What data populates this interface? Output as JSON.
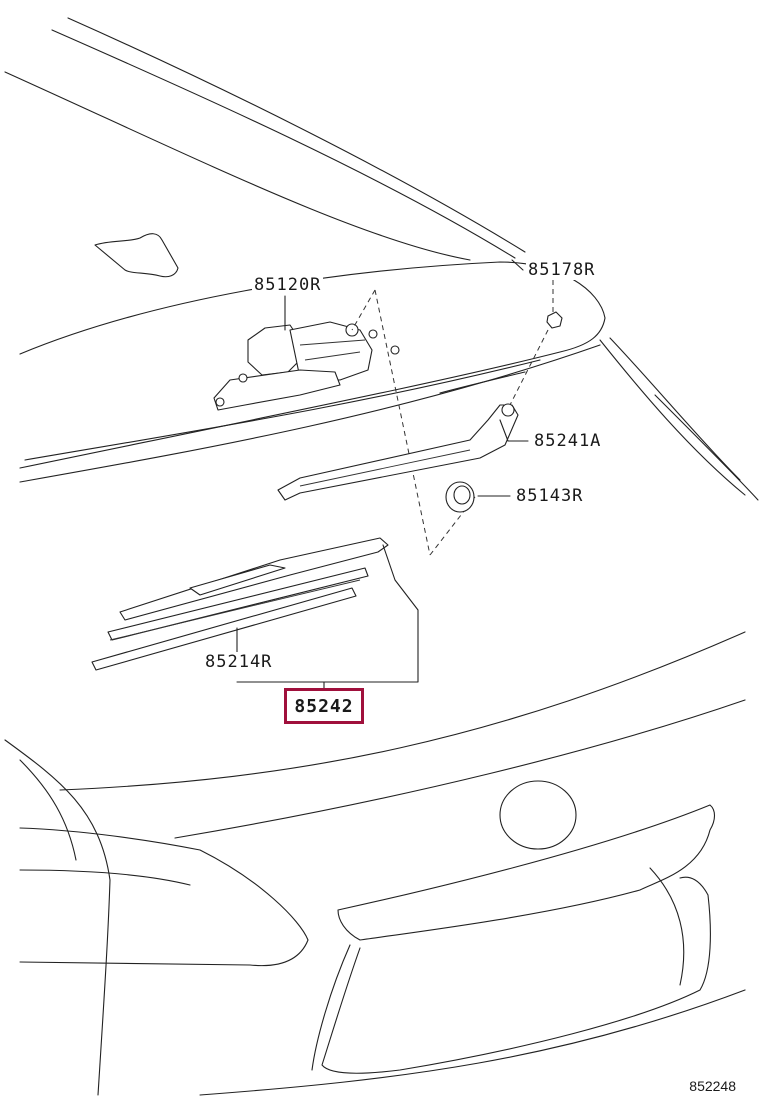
{
  "parts": {
    "motor": "85120R",
    "nut": "85178R",
    "arm": "85241A",
    "cap": "85143R",
    "blade_rubber": "85214R",
    "blade_assy": "85242"
  },
  "diagram_id": "852248",
  "colors": {
    "line": "#222222",
    "highlight": "#a0103c"
  }
}
